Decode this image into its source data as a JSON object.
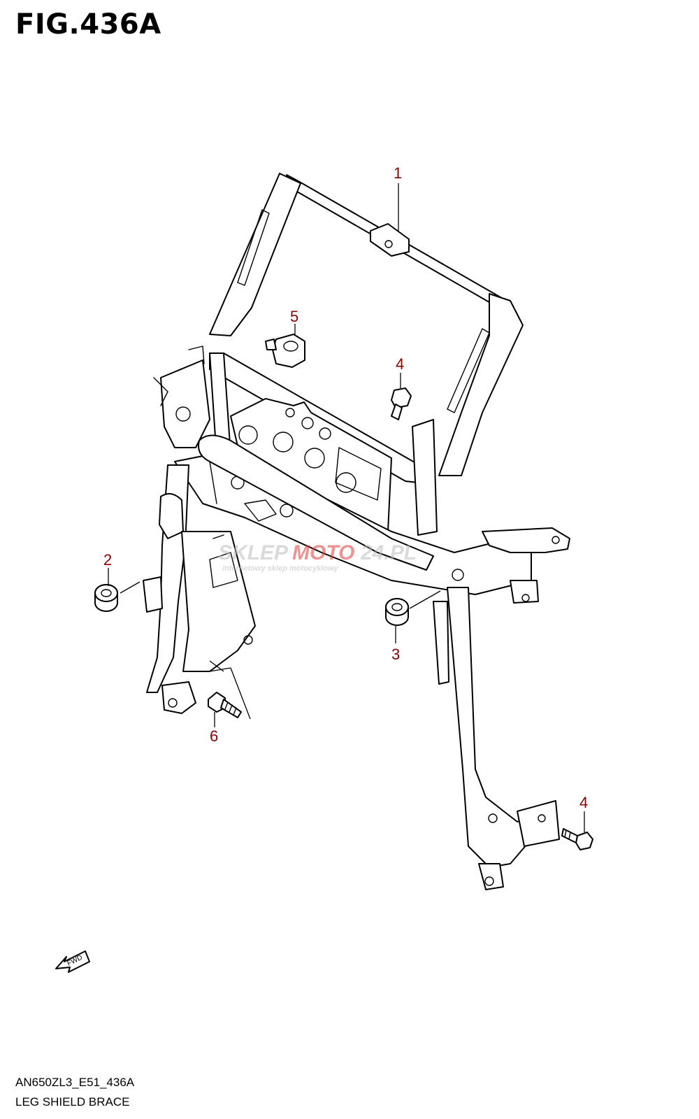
{
  "figure": {
    "title": "FIG.436A",
    "model_code": "AN650ZL3_E51_436A",
    "name": "LEG SHIELD BRACE"
  },
  "watermark": {
    "brand_part1": "SKLEP",
    "brand_part2": "MOTO",
    "brand_part3": "24.PL",
    "tagline": "internetowy sklep motocyklowy"
  },
  "fwd_arrow": {
    "label": "FWD"
  },
  "callouts": [
    {
      "id": "c1",
      "number": "1"
    },
    {
      "id": "c2",
      "number": "2"
    },
    {
      "id": "c3",
      "number": "3"
    },
    {
      "id": "c4a",
      "number": "4"
    },
    {
      "id": "c4b",
      "number": "4"
    },
    {
      "id": "c5",
      "number": "5"
    },
    {
      "id": "c6",
      "number": "6"
    }
  ],
  "colors": {
    "callout": "#8b0000",
    "watermark_red": "#e23a3a",
    "watermark_gray": "#bdbdbd"
  }
}
